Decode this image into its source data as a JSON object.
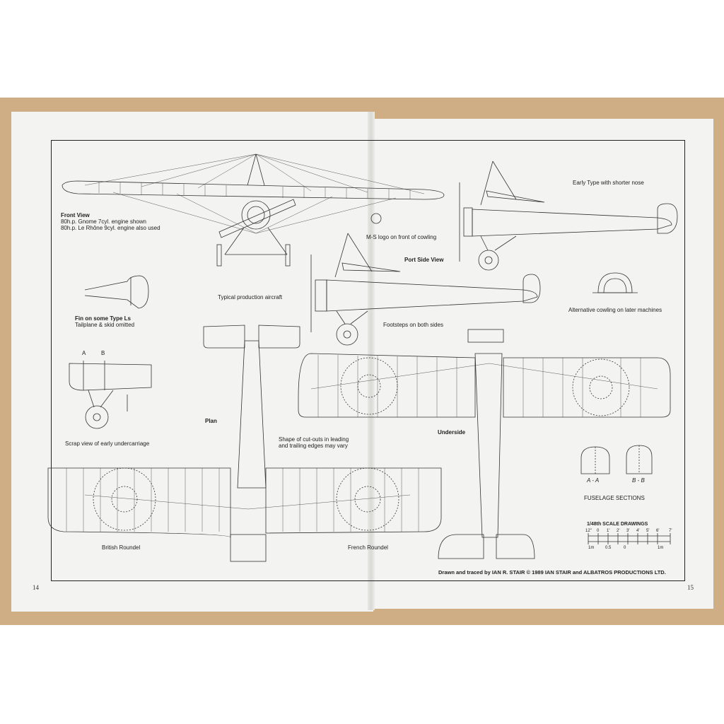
{
  "labels": {
    "front_view_title": "Front View",
    "front_view_line1": "80h.p. Gnome 7cyl. engine shown",
    "front_view_line2": "80h.p. Le Rhône 9cyl. engine also used",
    "ms_logo": "M-S logo on front of cowling",
    "port_side_view": "Port Side View",
    "early_type": "Early Type with shorter nose",
    "fin_title": "Fin on some Type Ls",
    "fin_sub": "Tailplane & skid omitted",
    "typical": "Typical production aircraft",
    "footsteps": "Footsteps on both sides",
    "alt_cowling": "Alternative cowling on later machines",
    "section_a": "A",
    "section_b": "B",
    "plan": "Plan",
    "underside": "Underside",
    "scrap_view": "Scrap view of early undercarriage",
    "cutouts_line1": "Shape of cut-outs in leading",
    "cutouts_line2": "and trailing edges may vary",
    "aa": "A - A",
    "bb": "B - B",
    "fuselage_sections": "FUSELAGE SECTIONS",
    "scale_title": "1/48th SCALE DRAWINGS",
    "british_roundel": "British Roundel",
    "french_roundel": "French Roundel",
    "credit": "Drawn and traced by IAN R. STAIR © 1989 IAN STAIR and ALBATROS PRODUCTIONS LTD.",
    "page_left": "14",
    "page_right": "15"
  },
  "scale_bar": {
    "feet_ticks": [
      "12\"",
      "0",
      "1'",
      "2'",
      "3'",
      "4'",
      "5'",
      "6'",
      "7'"
    ],
    "metre_ticks": [
      "1m",
      "0.5",
      "0",
      "1m"
    ]
  }
}
